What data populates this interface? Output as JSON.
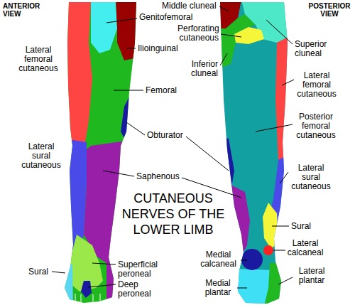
{
  "diagram": {
    "title": "CUTANEOUS NERVES OF THE LOWER LIMB",
    "labels": [
      "ANTERIOR VIEW",
      "Genitofemoral",
      "Lateral femoral cutaneous",
      "Ilioinguinal",
      "Femoral",
      "Obturator",
      "Lateral sural cutaneous",
      "Saphenous",
      "Sural",
      "Superficial peroneal",
      "Deep peroneal",
      "POSTERIOR VIEW",
      "Middle cluneal",
      "Perforating cutaneous",
      "Inferior cluneal",
      "Superior cluneal",
      "Lateral femoral cutaneous",
      "Posterior femoral cutaneous",
      "Lateral sural cutaneous",
      "Sural",
      "Lateral calcaneal",
      "Medial calcaneal",
      "Lateral plantar",
      "Medial plantar"
    ]
  }
}
